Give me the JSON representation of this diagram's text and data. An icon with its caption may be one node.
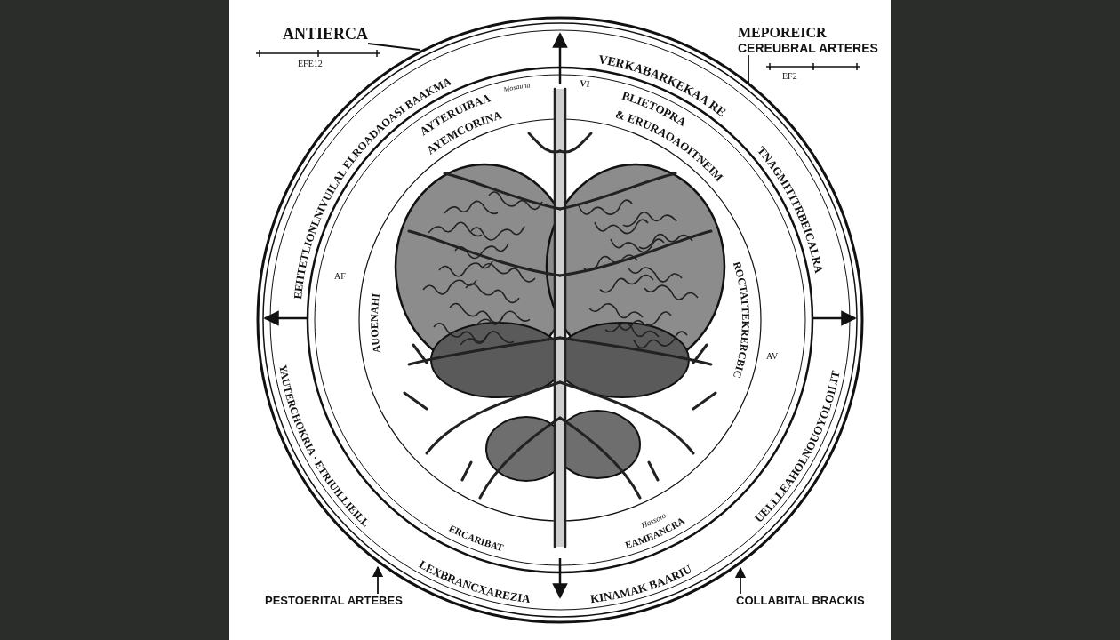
{
  "diagram": {
    "nodes": [
      {
        "text": [
          "ANTIERCA"
        ],
        "beside": [
          "EFE12"
        ]
      },
      {
        "text": [
          "MEPOREICR",
          "CEREUBRAL ARTERES"
        ],
        "beside": [
          "EF2"
        ]
      },
      {
        "text": [
          "PESTOERITAL ARTEBES"
        ]
      },
      {
        "text": [
          "COLLABITAL BRACKIS"
        ]
      }
    ],
    "edges": [
      {
        "from": 0,
        "to": null,
        "arrow": "none"
      },
      {
        "from": 1,
        "to": null,
        "arrow": "none"
      },
      {
        "from": 2,
        "to": null,
        "arrow": "to"
      },
      {
        "from": 3,
        "to": null,
        "arrow": "to"
      }
    ],
    "labels": [
      "EEHTETLIONLNIVUILAL ELROADAOASI BAAKMA",
      "VERKABARKEKAA RE",
      "TNAGMITITRBEICALRA",
      "Mosauna",
      "AYTERUIBAA",
      "AYEMCORINA",
      "VI",
      "BLIETOPRA",
      "& ERURAOAOITNEIM",
      "AF",
      "AUOENAHI",
      "ROCTATTEKRERCBIC",
      "AV",
      "YAUTERCHOKRIA · ETRIUILLIEILL",
      "LEXBRANCXAREZIA",
      "KINAMAK BAARIU",
      "UELLLEAHOLNOUOYOLOILIT",
      "ERCARIBAT",
      "EAMEANCRA",
      "Hassoio"
    ]
  }
}
